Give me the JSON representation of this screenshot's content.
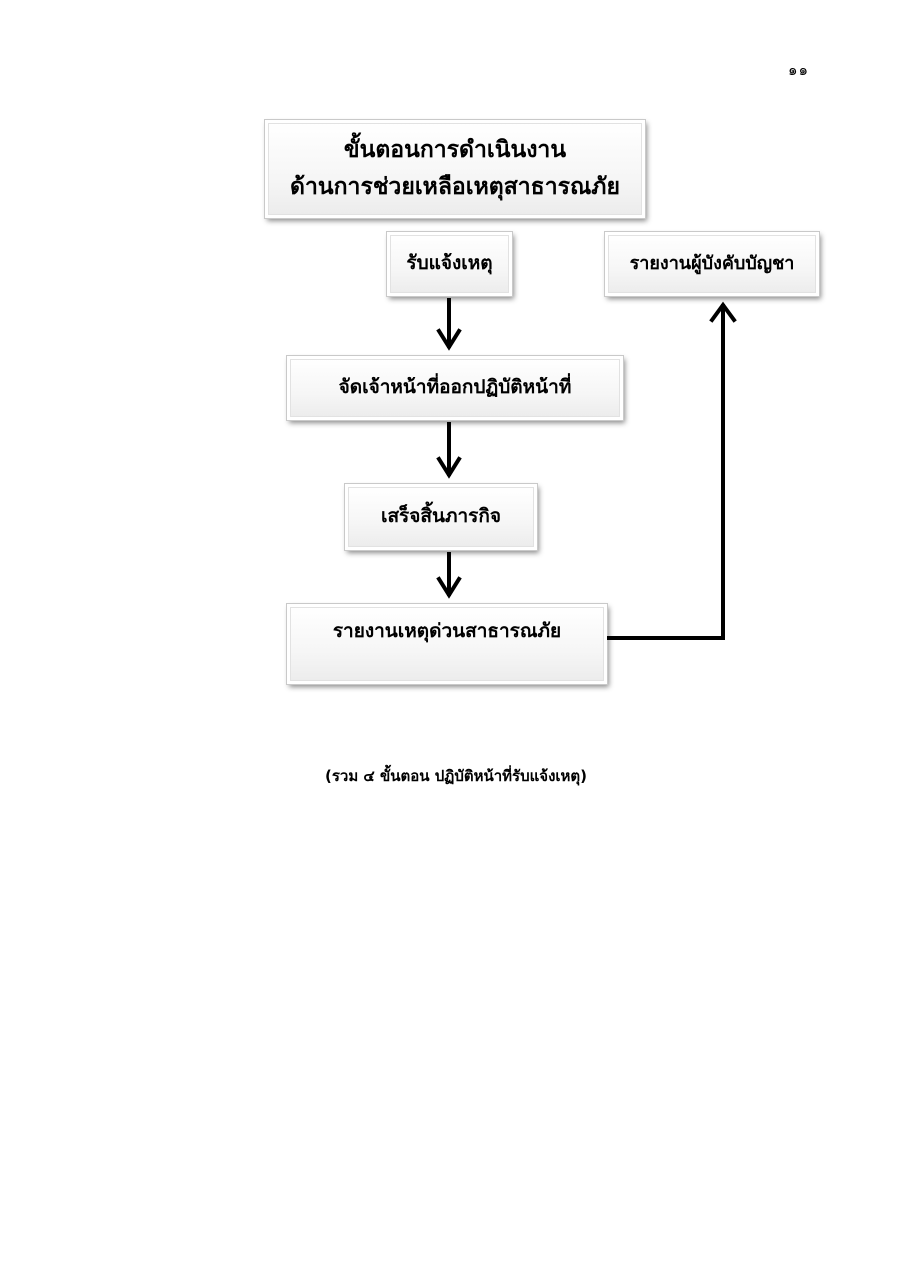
{
  "page_number": "๑๑",
  "title": {
    "line1": "ขั้นตอนการดำเนินงาน",
    "line2": "ด้านการช่วยเหลือเหตุสาธารณภัย"
  },
  "steps": {
    "receive": "รับแจ้งเหตุ",
    "assign": "จัดเจ้าหน้าที่ออกปฏิบัติหน้าที่",
    "complete": "เสร็จสิ้นภารกิจ",
    "report_emergency": "รายงานเหตุด่วนสาธารณภัย",
    "report_commander": "รายงานผู้บังคับบัญชา"
  },
  "caption": "(รวม ๔ ขั้นตอน ปฏิบัติหน้าที่รับแจ้งเหตุ)",
  "colors": {
    "arrow": "#000000",
    "box_border": "#c9c9c9"
  }
}
